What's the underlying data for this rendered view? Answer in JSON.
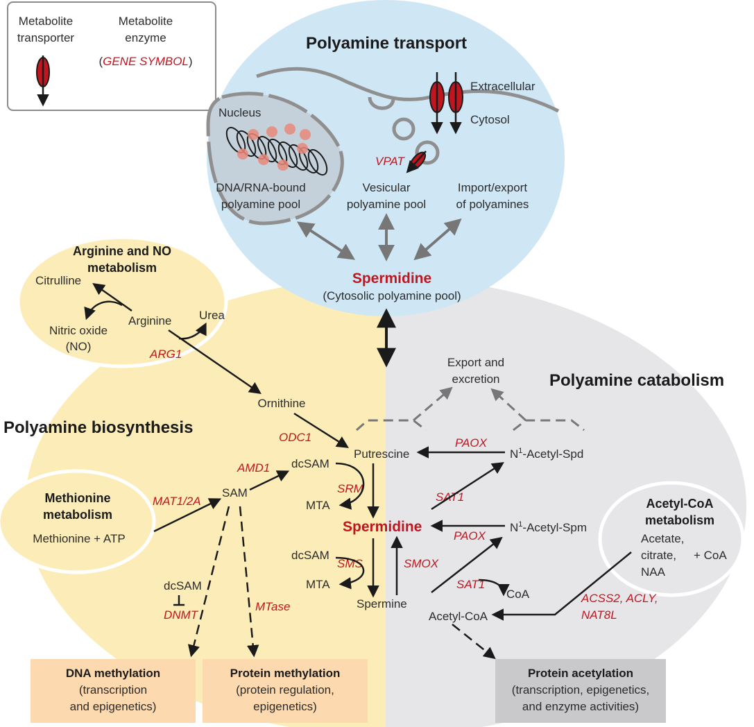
{
  "legend": {
    "transporter_line1": "Metabolite",
    "transporter_line2": "transporter",
    "enzyme_line1": "Metabolite",
    "enzyme_line2": "enzyme",
    "gene_open": "(",
    "gene_symbol": "GENE SYMBOL",
    "gene_close": ")"
  },
  "transport": {
    "title": "Polyamine transport",
    "extracellular": "Extracellular",
    "cytosol": "Cytosol",
    "nucleus": "Nucleus",
    "vpat": "VPAT",
    "dna_pool_line1": "DNA/RNA-bound",
    "dna_pool_line2": "polyamine pool",
    "vesicular_line1": "Vesicular",
    "vesicular_line2": "polyamine pool",
    "import_line1": "Import/export",
    "import_line2": "of polyamines",
    "spermidine": "Spermidine",
    "cytosolic_pool": "(Cytosolic polyamine pool)"
  },
  "arginine": {
    "title_line1": "Arginine and NO",
    "title_line2": "metabolism",
    "citrulline": "Citrulline",
    "arginine": "Arginine",
    "urea": "Urea",
    "no_line1": "Nitric oxide",
    "no_line2": "(NO)",
    "arg1": "ARG1"
  },
  "biosynthesis": {
    "title": "Polyamine biosynthesis",
    "ornithine": "Ornithine",
    "odc1": "ODC1",
    "putrescine": "Putrescine",
    "amd1": "AMD1",
    "dcsam": "dcSAM",
    "sam": "SAM",
    "mat": "MAT1/2A",
    "srm": "SRM",
    "mta": "MTA",
    "spermidine": "Spermidine",
    "dcsam2": "dcSAM",
    "sms": "SMS",
    "mta2": "MTA",
    "spermine": "Spermine",
    "smox": "SMOX",
    "dcsam3": "dcSAM",
    "dnmt": "DNMT",
    "mtase": "MTase"
  },
  "methionine": {
    "title_line1": "Methionine",
    "title_line2": "metabolism",
    "substrate": "Methionine + ATP"
  },
  "catabolism": {
    "title": "Polyamine catabolism",
    "export_line1": "Export and",
    "export_line2": "excretion",
    "paox1": "PAOX",
    "n1_spd_pre": "N",
    "n1_spd_sup": "1",
    "n1_spd_post": "-Acetyl-Spd",
    "sat1a": "SAT1",
    "paox2": "PAOX",
    "n1_spm_pre": "N",
    "n1_spm_sup": "1",
    "n1_spm_post": "-Acetyl-Spm",
    "sat1b": "SAT1",
    "coa": "CoA",
    "acetyl_coa": "Acetyl-CoA",
    "enzymes_line1": "ACSS2, ACLY,",
    "enzymes_line2": "NAT8L"
  },
  "acetylcoa": {
    "title_line1": "Acetyl-CoA",
    "title_line2": "metabolism",
    "sub_line1": "Acetate,",
    "sub_line2": "citrate,",
    "sub_line3": "NAA",
    "coa": "+ CoA"
  },
  "outputs": {
    "dna_title": "DNA methylation",
    "dna_line1": "(transcription",
    "dna_line2": "and epigenetics)",
    "protein_title": "Protein methylation",
    "protein_line1": "(protein regulation,",
    "protein_line2": "epigenetics)",
    "acetyl_title": "Protein acetylation",
    "acetyl_line1": "(transcription, epigenetics,",
    "acetyl_line2": "and enzyme activities)"
  },
  "colors": {
    "transport_bg": "#cfe6f4",
    "biosynthesis_bg": "#fcedb8",
    "catabolism_bg": "#e6e6e8",
    "enzyme_red": "#c0161f",
    "output_orange": "#fcd9ae",
    "output_gray": "#c9c9cb"
  }
}
